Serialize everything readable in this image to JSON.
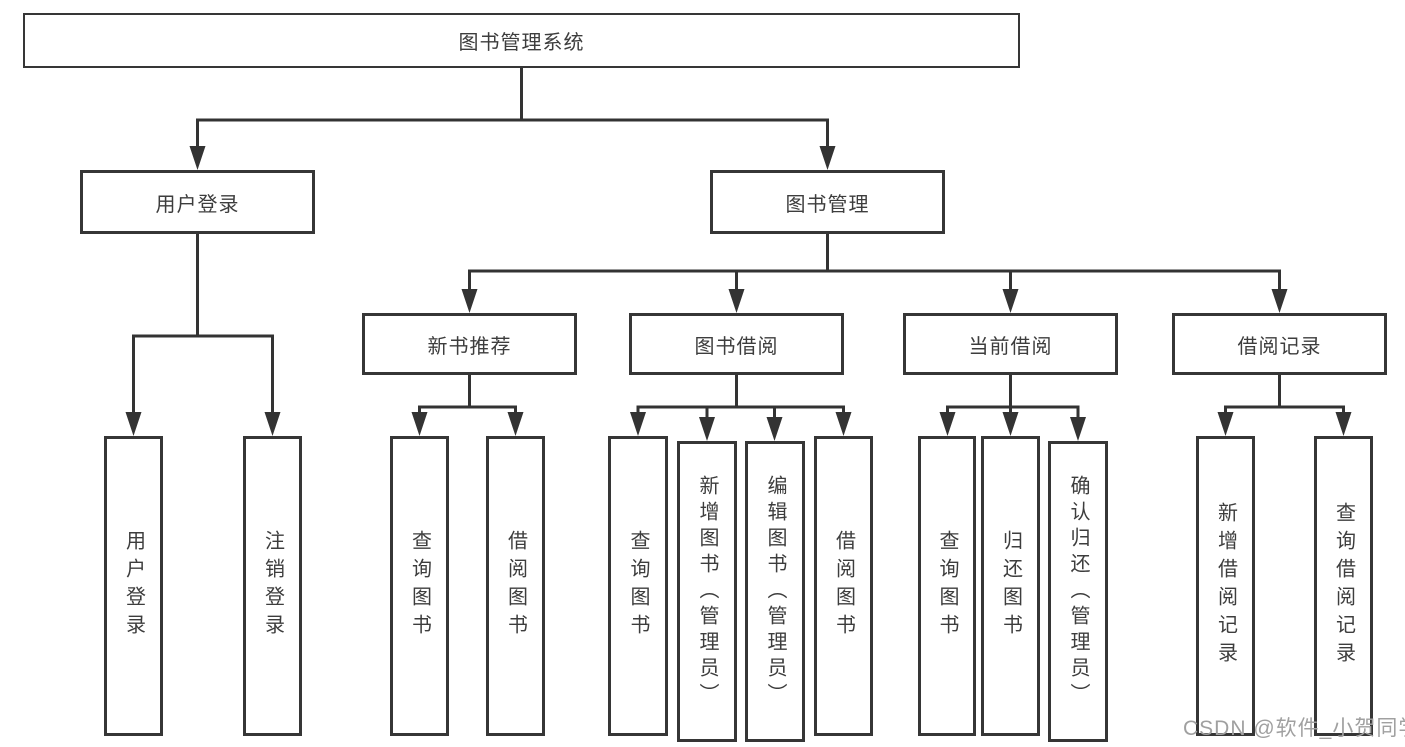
{
  "tree": {
    "root": {
      "label": "图书管理系统",
      "children": [
        {
          "label": "用户登录",
          "children": [
            {
              "label": "用户登录"
            },
            {
              "label": "注销登录"
            }
          ]
        },
        {
          "label": "图书管理",
          "children": [
            {
              "label": "新书推荐",
              "children": [
                {
                  "label": "查询图书"
                },
                {
                  "label": "借阅图书"
                }
              ]
            },
            {
              "label": "图书借阅",
              "children": [
                {
                  "label": "查询图书"
                },
                {
                  "label": "新增图书（管理员）"
                },
                {
                  "label": "编辑图书（管理员）"
                },
                {
                  "label": "借阅图书"
                }
              ]
            },
            {
              "label": "当前借阅",
              "children": [
                {
                  "label": "查询图书"
                },
                {
                  "label": "归还图书"
                },
                {
                  "label": "确认归还（管理员）"
                }
              ]
            },
            {
              "label": "借阅记录",
              "children": [
                {
                  "label": "新增借阅记录"
                },
                {
                  "label": "查询借阅记录"
                }
              ]
            }
          ]
        }
      ]
    }
  },
  "watermark": {
    "text": "CSDN @软件_小贺同学"
  },
  "colors": {
    "line": "#333333",
    "box_border": "#363636",
    "box_background": "#ffffff",
    "text": "#3d3d3d",
    "watermark": "#a0a0a0"
  }
}
